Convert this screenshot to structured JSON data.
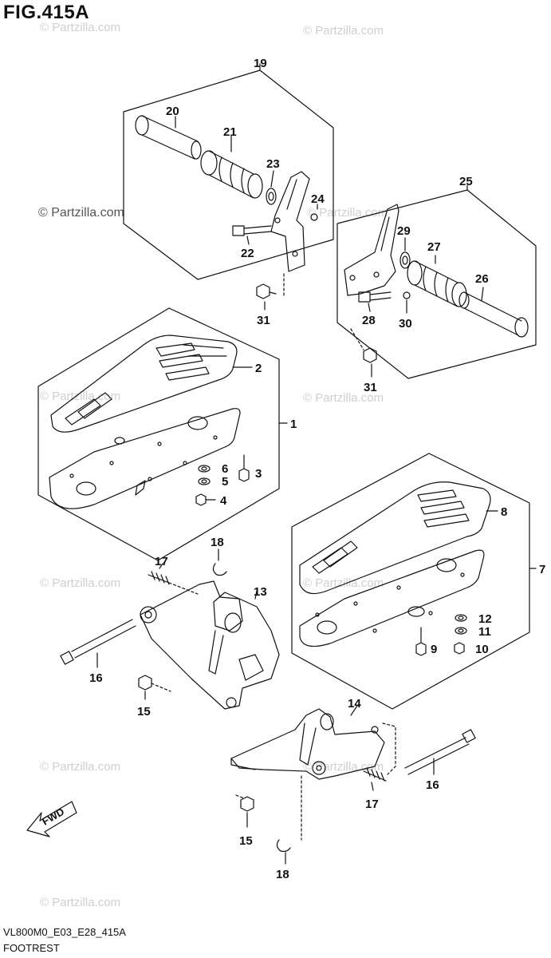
{
  "figure": {
    "title": "FIG.415A",
    "code": "VL800M0_E03_E28_415A",
    "caption": "FOOTREST"
  },
  "watermarks": [
    {
      "text": "© Partzilla.com",
      "tone": "light"
    },
    {
      "text": "© Partzilla.com",
      "tone": "light"
    },
    {
      "text": "© Partzilla.com",
      "tone": "dark"
    },
    {
      "text": "© Partzilla.com",
      "tone": "light"
    },
    {
      "text": "© Partzilla.com",
      "tone": "light"
    },
    {
      "text": "© Partzilla.com",
      "tone": "light"
    },
    {
      "text": "© Partzilla.com",
      "tone": "light"
    },
    {
      "text": "© Partzilla.com",
      "tone": "light"
    },
    {
      "text": "© Partzilla.com",
      "tone": "light"
    },
    {
      "text": "© Partzilla.com",
      "tone": "light"
    },
    {
      "text": "© Partzilla.com",
      "tone": "light"
    }
  ],
  "part_numbers": [
    "1",
    "2",
    "3",
    "4",
    "5",
    "6",
    "7",
    "8",
    "9",
    "10",
    "11",
    "12",
    "13",
    "14",
    "15",
    "15",
    "16",
    "16",
    "17",
    "17",
    "18",
    "18",
    "19",
    "20",
    "21",
    "22",
    "23",
    "24",
    "25",
    "26",
    "27",
    "28",
    "29",
    "30",
    "31",
    "31"
  ],
  "fwd_label": "FWD",
  "colors": {
    "line": "#111111",
    "watermark": "#cfcfcf"
  }
}
